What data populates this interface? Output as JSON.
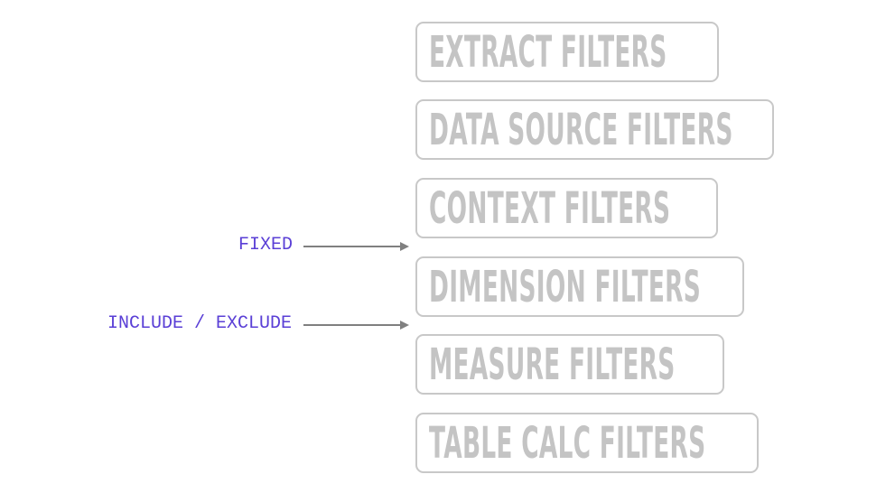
{
  "filters": [
    {
      "label": "EXTRACT FILTERS"
    },
    {
      "label": "DATA SOURCE FILTERS"
    },
    {
      "label": "CONTEXT FILTERS"
    },
    {
      "label": "DIMENSION FILTERS"
    },
    {
      "label": "MEASURE FILTERS"
    },
    {
      "label": "TABLE CALC FILTERS"
    }
  ],
  "annotations": [
    {
      "label": "FIXED"
    },
    {
      "label": "INCLUDE / EXCLUDE"
    }
  ],
  "colors": {
    "box_border": "#c8c8c8",
    "box_text": "#c4c4c4",
    "annotation_text": "#5a3fd6",
    "arrow": "#808080"
  }
}
